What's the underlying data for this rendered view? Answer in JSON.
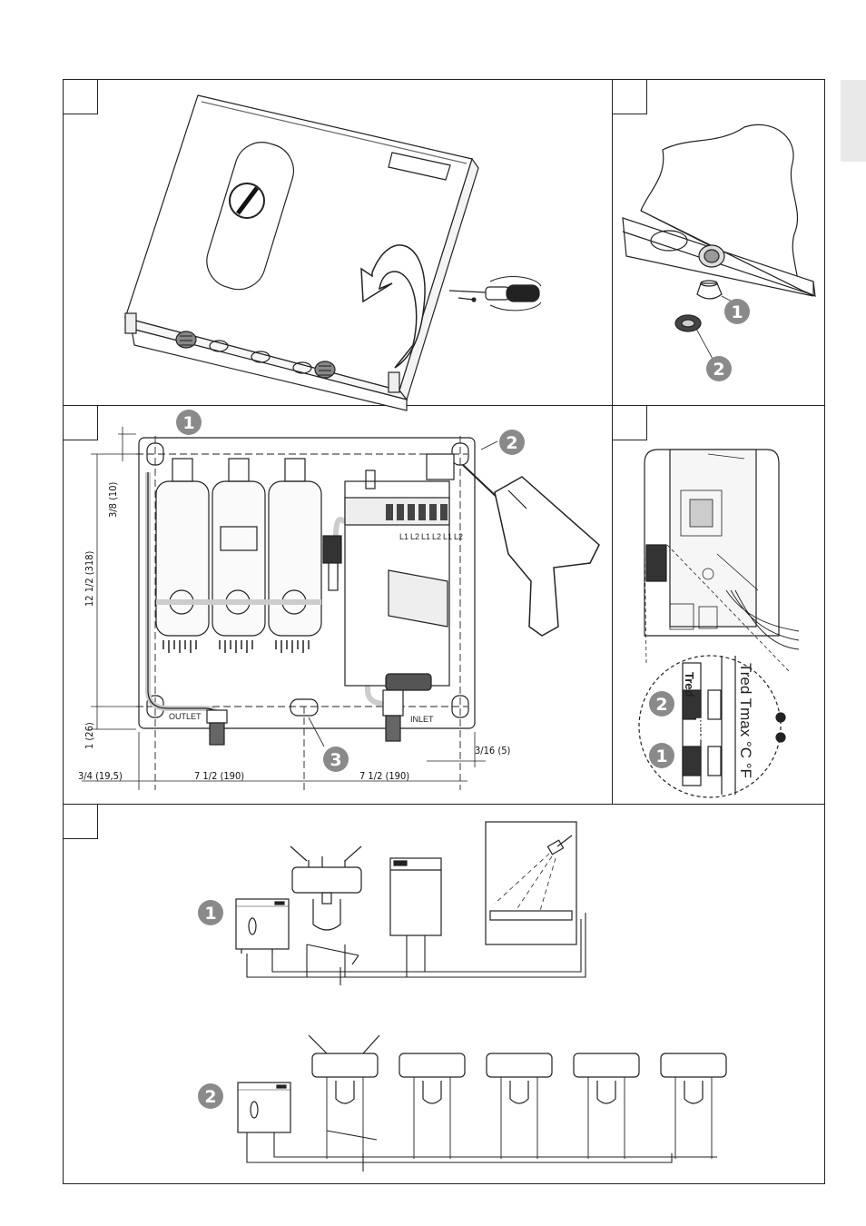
{
  "badges": {
    "b1": "1",
    "b2": "2",
    "b3": "3"
  },
  "dimensions": {
    "dim_top_left": "3/8 (10)",
    "dim_height": "12 1/2 (318)",
    "dim_bottom_left": "1 (26)",
    "dim_left": "3/4 (19,5)",
    "dim_mid1": "7 1/2 (190)",
    "dim_mid2": "7 1/2 (190)",
    "dim_right": "3/16 (5)"
  },
  "labels": {
    "outlet": "OUTLET",
    "inlet": "INLET",
    "dial": "Tred Tmax °C °F",
    "dial_slider": "Tred",
    "dial_max": "max",
    "terminals": [
      "L1",
      "L2",
      "L1",
      "L2",
      "L1",
      "L2"
    ]
  }
}
